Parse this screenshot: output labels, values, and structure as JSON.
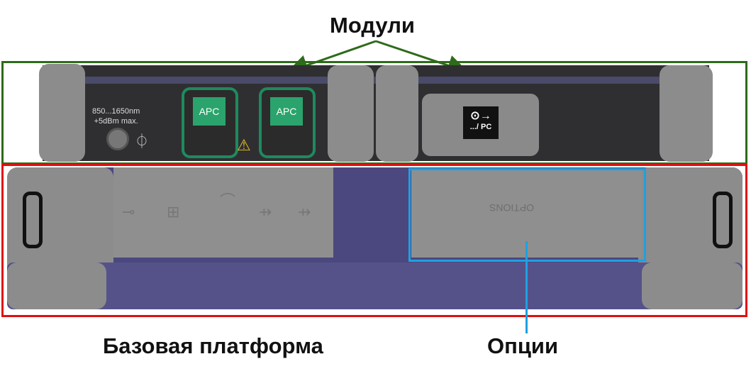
{
  "labels": {
    "modules": "Модули",
    "base_platform": "Базовая платформа",
    "options": "Опции"
  },
  "device": {
    "wavelength_label": "850...1650nm",
    "power_label": "+5dBm max.",
    "port_labels": [
      "APC",
      "APC"
    ],
    "vfl_label": ".../ PC",
    "options_cover_label": "OPTIONS"
  },
  "colors": {
    "modules_box": "#2e6b1a",
    "base_box": "#e01010",
    "options_box": "#1fa0e0"
  }
}
